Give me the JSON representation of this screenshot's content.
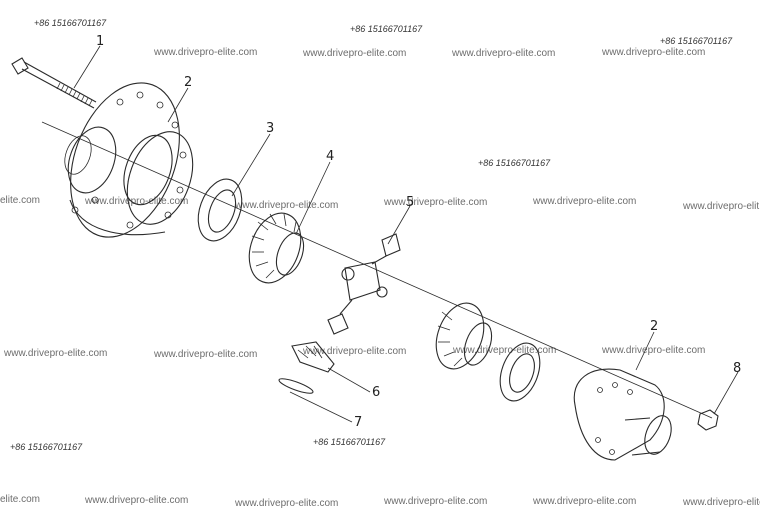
{
  "phone": "+86 15166701167",
  "site": "www.drivepro-elite.com",
  "site_cut_left": "elite.com",
  "site_cut_right": "www.drivepro-elit",
  "site_cut_right2": "www.drivepro-elit",
  "site_cut_right3": "www.drivepro-elite",
  "callouts": [
    "1",
    "2",
    "3",
    "4",
    "5",
    "2",
    "6",
    "7",
    "8"
  ]
}
